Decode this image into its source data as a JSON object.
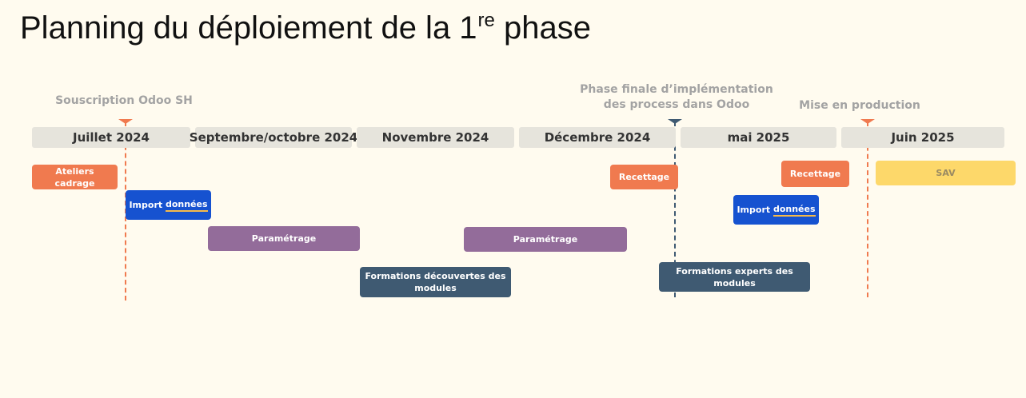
{
  "title": {
    "main": "Planning du déploiement de la 1",
    "superscript": "re",
    "suffix": " phase"
  },
  "milestones": [
    {
      "label": "Souscription Odoo SH",
      "color": "#f07a4f"
    },
    {
      "label": "Phase finale d’implémentation des process dans Odoo",
      "color": "#3f5a72"
    },
    {
      "label": "Mise en production",
      "color": "#f07a4f"
    }
  ],
  "months": [
    "Juillet 2024",
    "Septembre/octobre 2024",
    "Novembre 2024",
    "Décembre 2024",
    "mai  2025",
    "Juin 2025"
  ],
  "tasks": {
    "ateliers": "Ateliers cadrage",
    "import1": {
      "prefix": "Import ",
      "emph": "données"
    },
    "param1": "Paramétrage",
    "formations_decouverte": "Formations découvertes des modules",
    "param2": "Paramétrage",
    "recettage1": "Recettage",
    "formations_experts": "Formations experts des modules",
    "recettage2": "Recettage",
    "import2": {
      "prefix": "Import ",
      "emph": "données"
    },
    "sav": "SAV"
  },
  "colors": {
    "background": "#fffbef",
    "orange": "#f07a4f",
    "blue": "#1652d0",
    "purple": "#936c9a",
    "slate": "#3f5a72",
    "yellow": "#fdd86a",
    "month_band": "#e6e4dc"
  }
}
